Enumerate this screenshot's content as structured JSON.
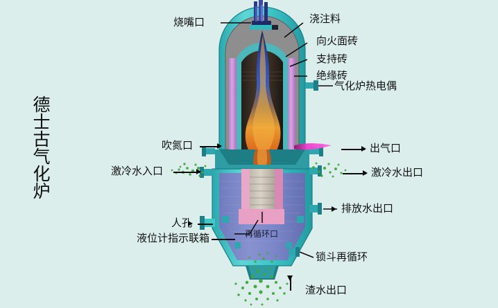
{
  "diagram": {
    "title_vertical": "德士古气化炉",
    "background_color": "#dceeec",
    "shell_color": "#3fc8c8",
    "insulation_color": "#c98fd6",
    "brick_color": "#8a8a8a",
    "water_color": "#7b86c6",
    "slag_color": "#3fa83f",
    "flame_colors": [
      "#2b4ea8",
      "#f0a030",
      "#d8622a"
    ],
    "gas_plume_color": "#e838c8"
  },
  "labels": {
    "burner_port": "烧嘴口",
    "castable": "浇注料",
    "hot_face_brick": "向火面砖",
    "support_brick": "支持砖",
    "insulating_brick": "绝缘砖",
    "gasifier_thermocouple": "气化炉热电偶",
    "nitrogen_purge_port": "吹氮口",
    "quench_water_inlet": "激冷水入口",
    "gas_outlet": "出气口",
    "quench_water_outlet": "激冷水出口",
    "drain_water_outlet": "排放水出口",
    "manhole": "人孔",
    "level_gauge_header": "液位计指示联箱",
    "recirculation_port": "再循环口",
    "lock_hopper_recirculation": "锁斗再循环",
    "slag_water_outlet": "渣水出口"
  }
}
